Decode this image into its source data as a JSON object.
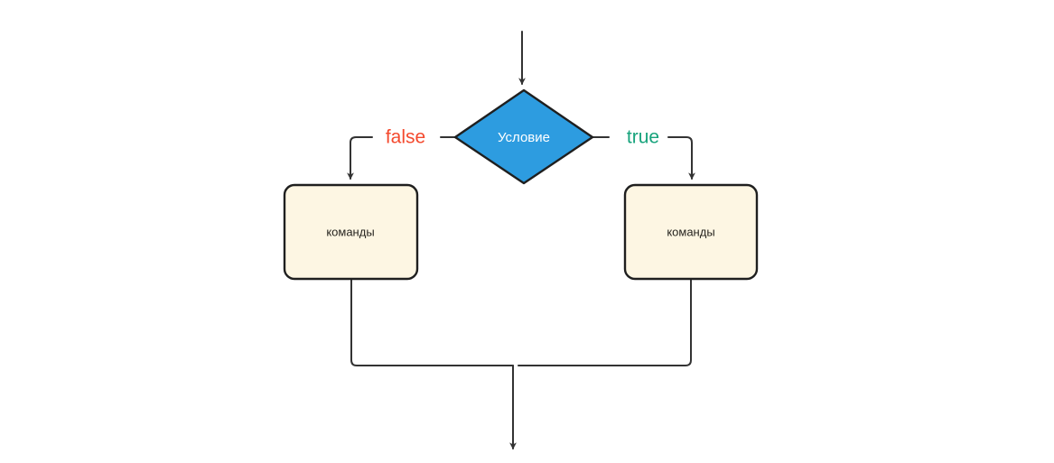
{
  "diagram": {
    "type": "flowchart",
    "title": "",
    "background_color": "#ffffff",
    "language": "ru",
    "nodes": {
      "decision": {
        "id": "decision",
        "shape": "diamond",
        "label": "Условие",
        "fill": "#2d9ce0",
        "stroke": "#1f1f1f",
        "text_color": "#ffffff"
      },
      "process_false": {
        "id": "process_false",
        "shape": "rounded-rectangle",
        "label": "команды",
        "fill": "#fdf6e3",
        "stroke": "#1f1f1f",
        "text_color": "#26241f"
      },
      "process_true": {
        "id": "process_true",
        "shape": "rounded-rectangle",
        "label": "команды",
        "fill": "#fdf6e3",
        "stroke": "#1f1f1f",
        "text_color": "#26241f"
      }
    },
    "edges": [
      {
        "id": "entry",
        "from": "start",
        "to": "decision",
        "label": "",
        "arrow": true,
        "stroke": "#333333"
      },
      {
        "id": "branch-false",
        "from": "decision",
        "to": "process_false",
        "label": "false",
        "label_color": "#f4492d",
        "arrow": true,
        "stroke": "#333333"
      },
      {
        "id": "branch-true",
        "from": "decision",
        "to": "process_true",
        "label": "true",
        "label_color": "#17a37c",
        "arrow": true,
        "stroke": "#333333"
      },
      {
        "id": "merge-false",
        "from": "process_false",
        "to": "exit",
        "label": "",
        "arrow": false,
        "stroke": "#333333"
      },
      {
        "id": "merge-true",
        "from": "process_true",
        "to": "exit",
        "label": "",
        "arrow": false,
        "stroke": "#333333"
      },
      {
        "id": "exit",
        "from": "merge",
        "to": "end",
        "label": "",
        "arrow": true,
        "stroke": "#333333"
      }
    ]
  }
}
